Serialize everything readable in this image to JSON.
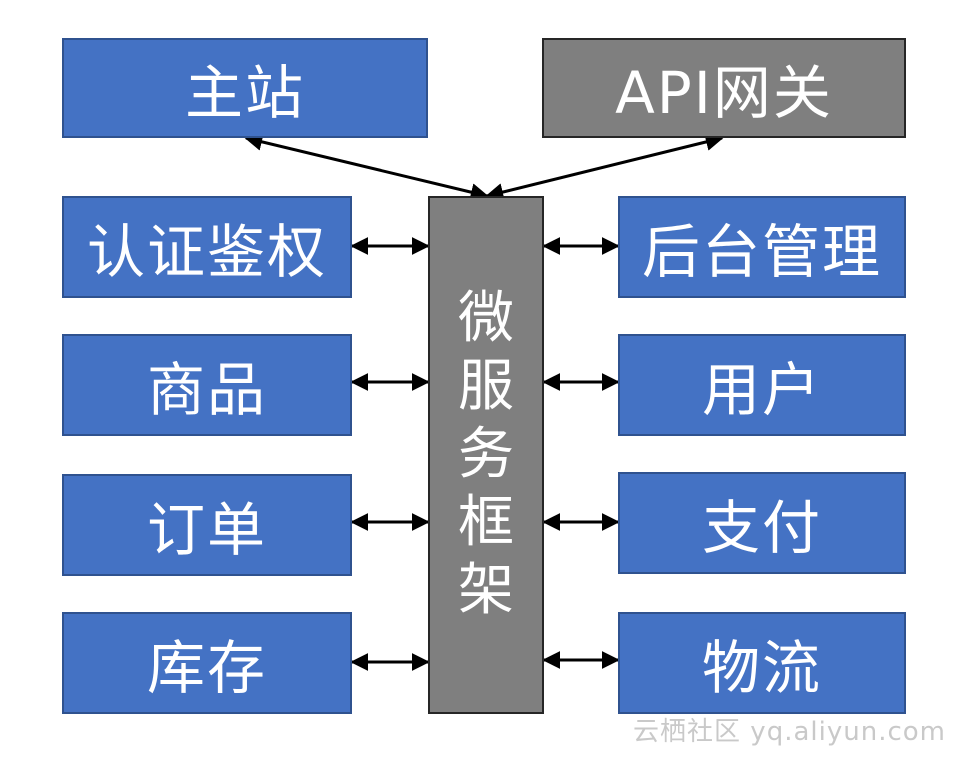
{
  "colors": {
    "module_fill": "#4472C4",
    "framework_fill": "#7F7F7F",
    "arrow": "#000000"
  },
  "top": {
    "main_site": "主站",
    "api_gateway": "API网关"
  },
  "framework": {
    "chars": [
      "微",
      "服",
      "务",
      "框",
      "架"
    ]
  },
  "left_modules": [
    "认证鉴权",
    "商品",
    "订单",
    "库存"
  ],
  "right_modules": [
    "后台管理",
    "用户",
    "支付",
    "物流"
  ],
  "watermark": "云栖社区 yq.aliyun.com"
}
